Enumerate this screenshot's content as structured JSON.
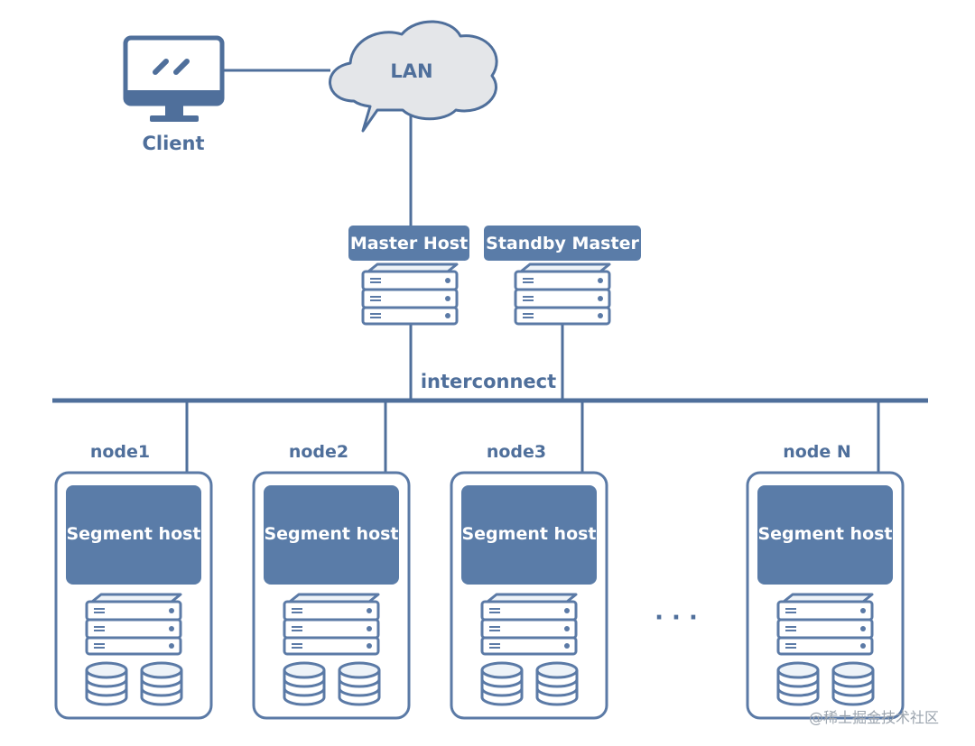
{
  "client": {
    "label": "Client"
  },
  "lan": {
    "label": "LAN"
  },
  "master": {
    "label": "Master Host"
  },
  "standby": {
    "label": "Standby Master"
  },
  "interconnect": {
    "label": "interconnect"
  },
  "nodes": [
    {
      "name": "node1",
      "segment_label": "Segment host"
    },
    {
      "name": "node2",
      "segment_label": "Segment host"
    },
    {
      "name": "node3",
      "segment_label": "Segment host"
    },
    {
      "name": "node N",
      "segment_label": "Segment host"
    }
  ],
  "ellipsis": "· · ·",
  "watermark": "@稀土掘金技术社区",
  "colors": {
    "primary": "#4f6f9b",
    "box_fill": "#5a7ca8",
    "light_fill": "#eef3f8",
    "cloud_fill": "#e4e6e9",
    "label_text": "#ffffff"
  }
}
